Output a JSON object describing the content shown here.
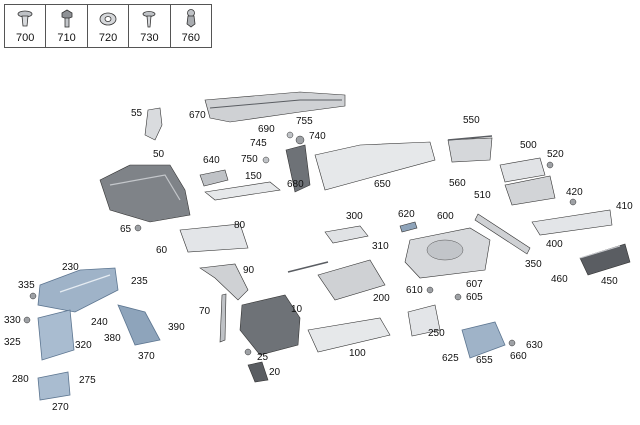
{
  "legend": {
    "items": [
      {
        "number": "700",
        "icon": "push-rivet-clip-icon"
      },
      {
        "number": "710",
        "icon": "hex-bolt-icon"
      },
      {
        "number": "720",
        "icon": "spring-nut-clip-icon"
      },
      {
        "number": "730",
        "icon": "screw-washer-icon"
      },
      {
        "number": "760",
        "icon": "expanding-clip-icon"
      }
    ]
  },
  "callouts": {
    "c10": "10",
    "c20": "20",
    "c25": "25",
    "c50": "50",
    "c55": "55",
    "c60": "60",
    "c65": "65",
    "c70": "70",
    "c80": "80",
    "c90": "90",
    "c100": "100",
    "c150": "150",
    "c200": "200",
    "c230": "230",
    "c235": "235",
    "c240": "240",
    "c250": "250",
    "c270": "270",
    "c275": "275",
    "c280": "280",
    "c300": "300",
    "c310": "310",
    "c320": "320",
    "c325": "325",
    "c330": "330",
    "c335": "335",
    "c350": "350",
    "c370": "370",
    "c380": "380",
    "c390": "390",
    "c400": "400",
    "c410": "410",
    "c420": "420",
    "c450": "450",
    "c460": "460",
    "c500": "500",
    "c510": "510",
    "c520": "520",
    "c550": "550",
    "c560": "560",
    "c600": "600",
    "c605": "605",
    "c607": "607",
    "c610": "610",
    "c620": "620",
    "c625": "625",
    "c630": "630",
    "c640": "640",
    "c650": "650",
    "c655": "655",
    "c660": "660",
    "c670": "670",
    "c680": "680",
    "c690": "690",
    "c740": "740",
    "c745": "745",
    "c750": "750",
    "c755": "755"
  },
  "colors": {
    "part_fill": "#c9cbcf",
    "part_dark": "#5a5d62",
    "part_light": "#e6e8ea",
    "blue_part": "#9fb3c8",
    "blue_dark": "#5c7590",
    "line": "#333333"
  }
}
